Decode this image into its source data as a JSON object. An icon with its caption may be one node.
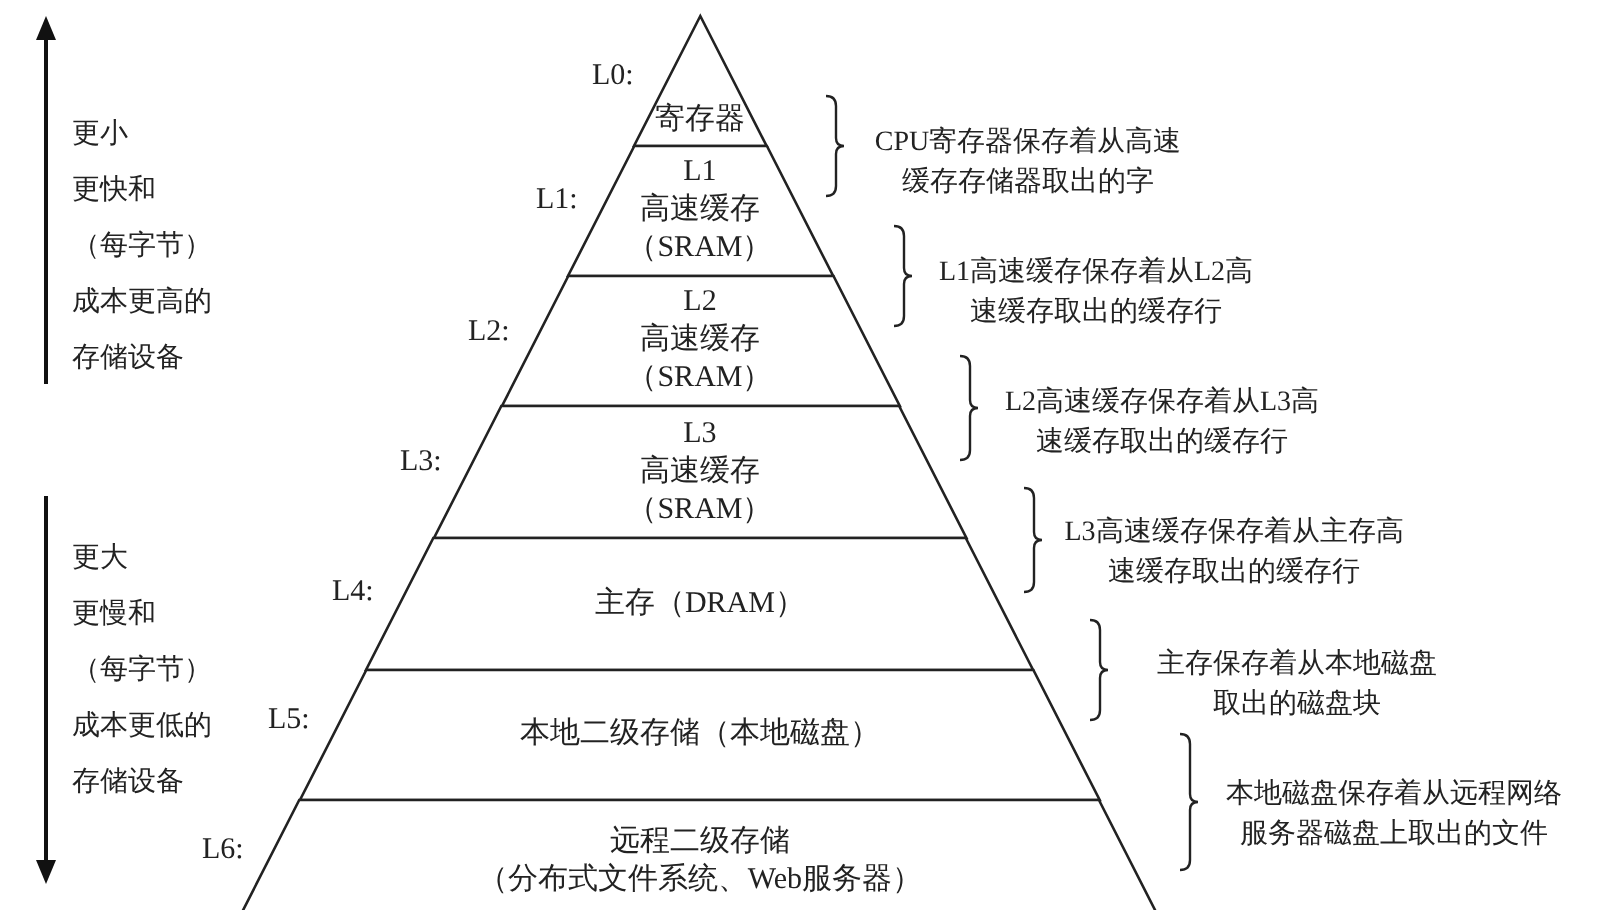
{
  "diagram": {
    "nodes": [
      {
        "text": [
          "寄存器"
        ],
        "beside": [
          "L0:"
        ]
      },
      {
        "text": [
          "L1",
          "高速缓存",
          "（SRAM）"
        ],
        "beside": [
          "L1:"
        ]
      },
      {
        "text": [
          "L2",
          "高速缓存",
          "（SRAM）"
        ],
        "beside": [
          "L2:"
        ]
      },
      {
        "text": [
          "L3",
          "高速缓存",
          "（SRAM）"
        ],
        "beside": [
          "L3:"
        ]
      },
      {
        "text": [
          "主存（DRAM）"
        ],
        "beside": [
          "L4:"
        ]
      },
      {
        "text": [
          "本地二级存储（本地磁盘）"
        ],
        "beside": [
          "L5:"
        ]
      },
      {
        "text": [
          "远程二级存储",
          "（分布式文件系统、Web服务器）"
        ],
        "beside": [
          "L6:"
        ]
      }
    ],
    "labels": [
      "更小",
      "更快和",
      "（每字节）",
      "成本更高的",
      "存储设备",
      "CPU寄存器保存着从高速缓存存储器取出的字",
      "L1高速缓存保存着从L2高速缓存取出的缓存行",
      "L2高速缓存保存着从L3高速缓存取出的缓存行",
      "更大",
      "更慢和",
      "（每字节）",
      "成本更低的",
      "存储设备",
      "L3高速缓存保存着从主存高速缓存取出的缓存行",
      "主存保存着从本地磁盘取出的磁盘块",
      "本地磁盘保存着从远程网络服务器磁盘上取出的文件"
    ]
  }
}
